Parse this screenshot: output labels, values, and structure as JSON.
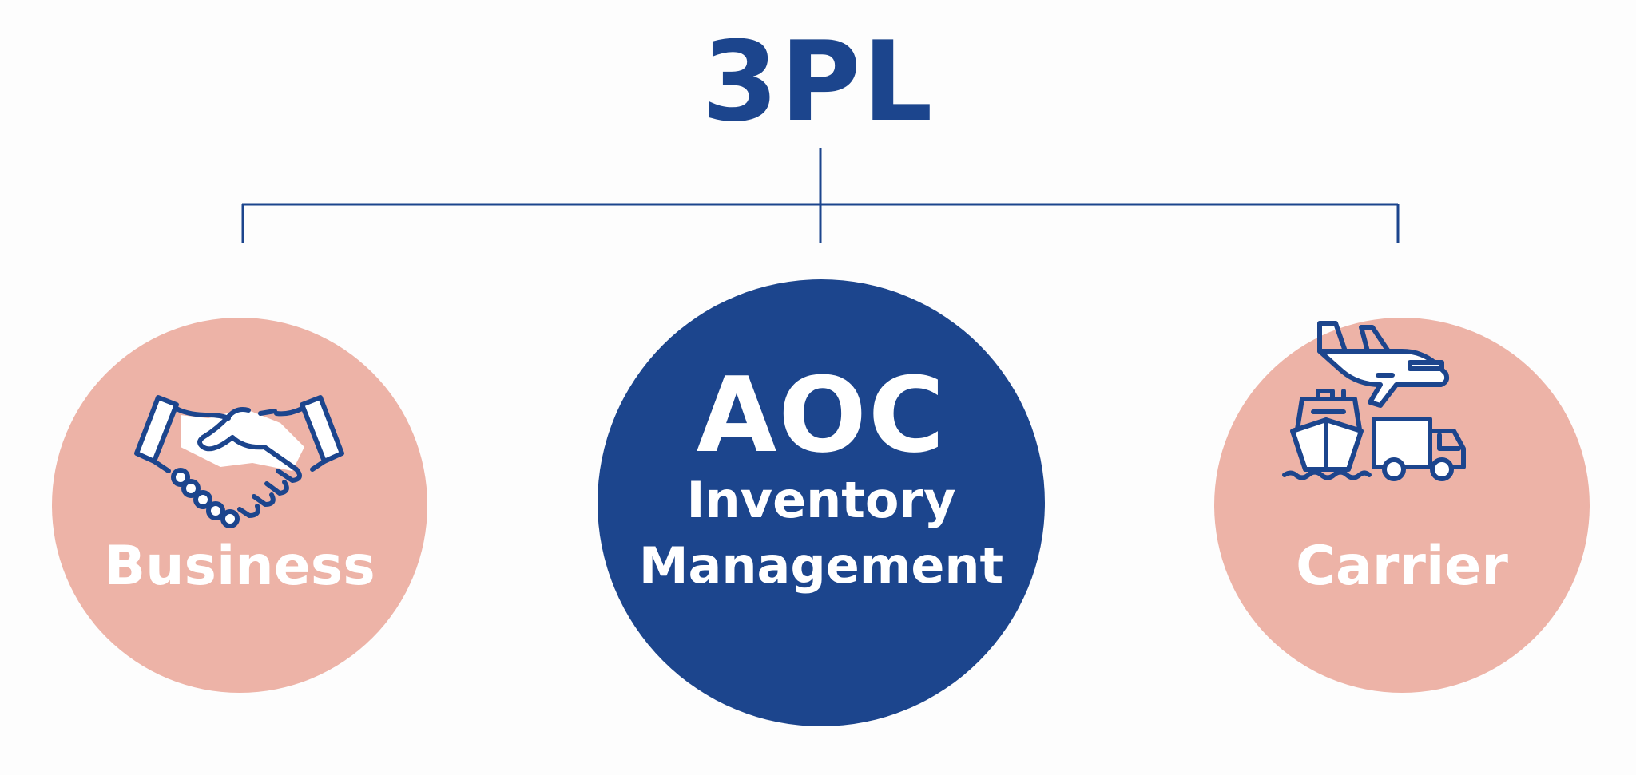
{
  "title": "3PL",
  "colors": {
    "primary": "#1c458d",
    "accent": "#edb3a7",
    "background": "#fdfdfd",
    "label": "#ffffff"
  },
  "nodes": {
    "left": {
      "label": "Business",
      "icon": "handshake-icon"
    },
    "center": {
      "title": "AOC",
      "line1": "Inventory",
      "line2": "Management"
    },
    "right": {
      "label": "Carrier",
      "icon": "transport-icon"
    }
  }
}
